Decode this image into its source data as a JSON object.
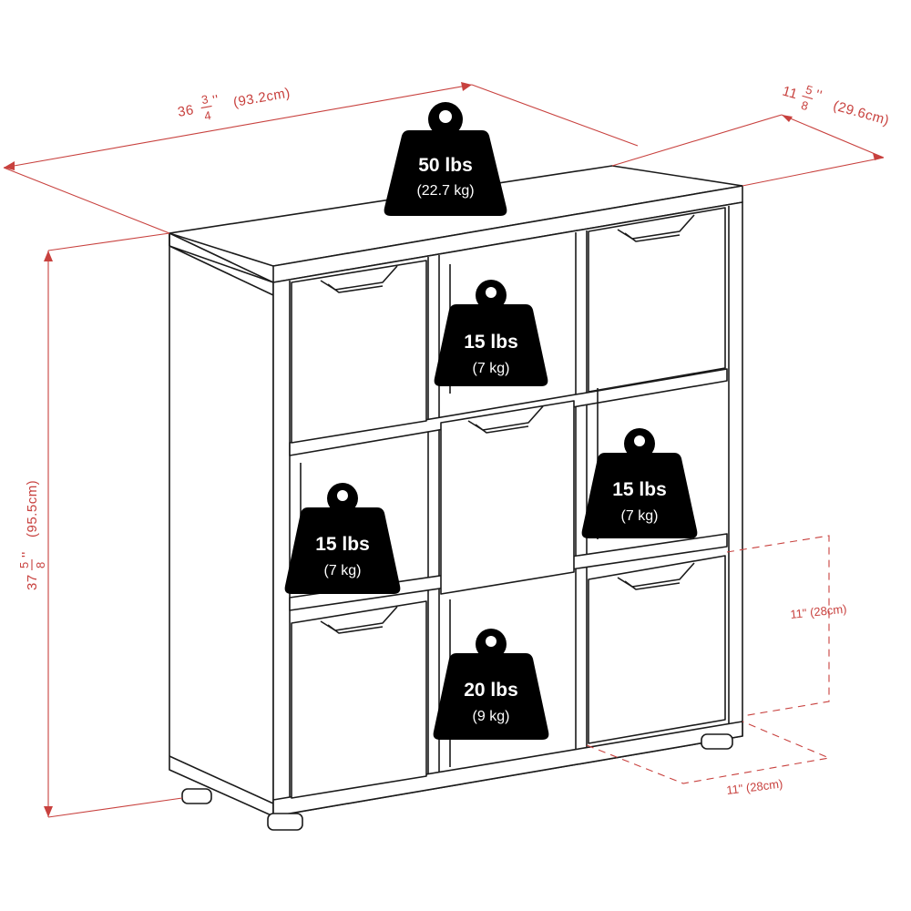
{
  "dimensions": {
    "width": {
      "whole": "36",
      "num": "3",
      "den": "4",
      "unit": "''",
      "metric": "(93.2cm)"
    },
    "depth": {
      "whole": "11",
      "num": "5",
      "den": "8",
      "unit": "''",
      "metric": "(29.6cm)"
    },
    "height": {
      "whole": "37",
      "num": "5",
      "den": "8",
      "unit": "''",
      "metric": "(95.5cm)"
    },
    "cube_height": "11\" (28cm)",
    "cube_depth": "11\" (28cm)"
  },
  "weights": [
    {
      "lbs": "50 lbs",
      "kg": "(22.7 kg)"
    },
    {
      "lbs": "15 lbs",
      "kg": "(7 kg)"
    },
    {
      "lbs": "15 lbs",
      "kg": "(7 kg)"
    },
    {
      "lbs": "15 lbs",
      "kg": "(7 kg)"
    },
    {
      "lbs": "20 lbs",
      "kg": "(9 kg)"
    }
  ],
  "colors": {
    "dimension_line": "#c8413e",
    "outline": "#1a1a1a",
    "weight_icon": "#000000"
  }
}
